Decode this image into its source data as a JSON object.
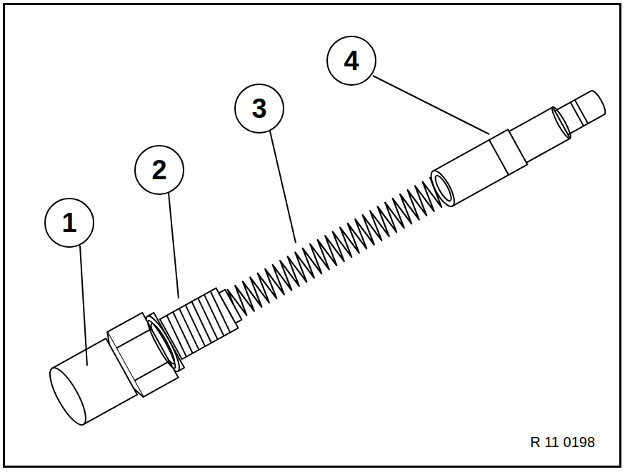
{
  "diagram": {
    "nodes": [
      {
        "text": [
          "1"
        ]
      },
      {
        "text": [
          "2"
        ]
      },
      {
        "text": [
          "3"
        ]
      },
      {
        "text": [
          "4"
        ]
      }
    ],
    "labels": [
      "R 11 0198"
    ]
  }
}
